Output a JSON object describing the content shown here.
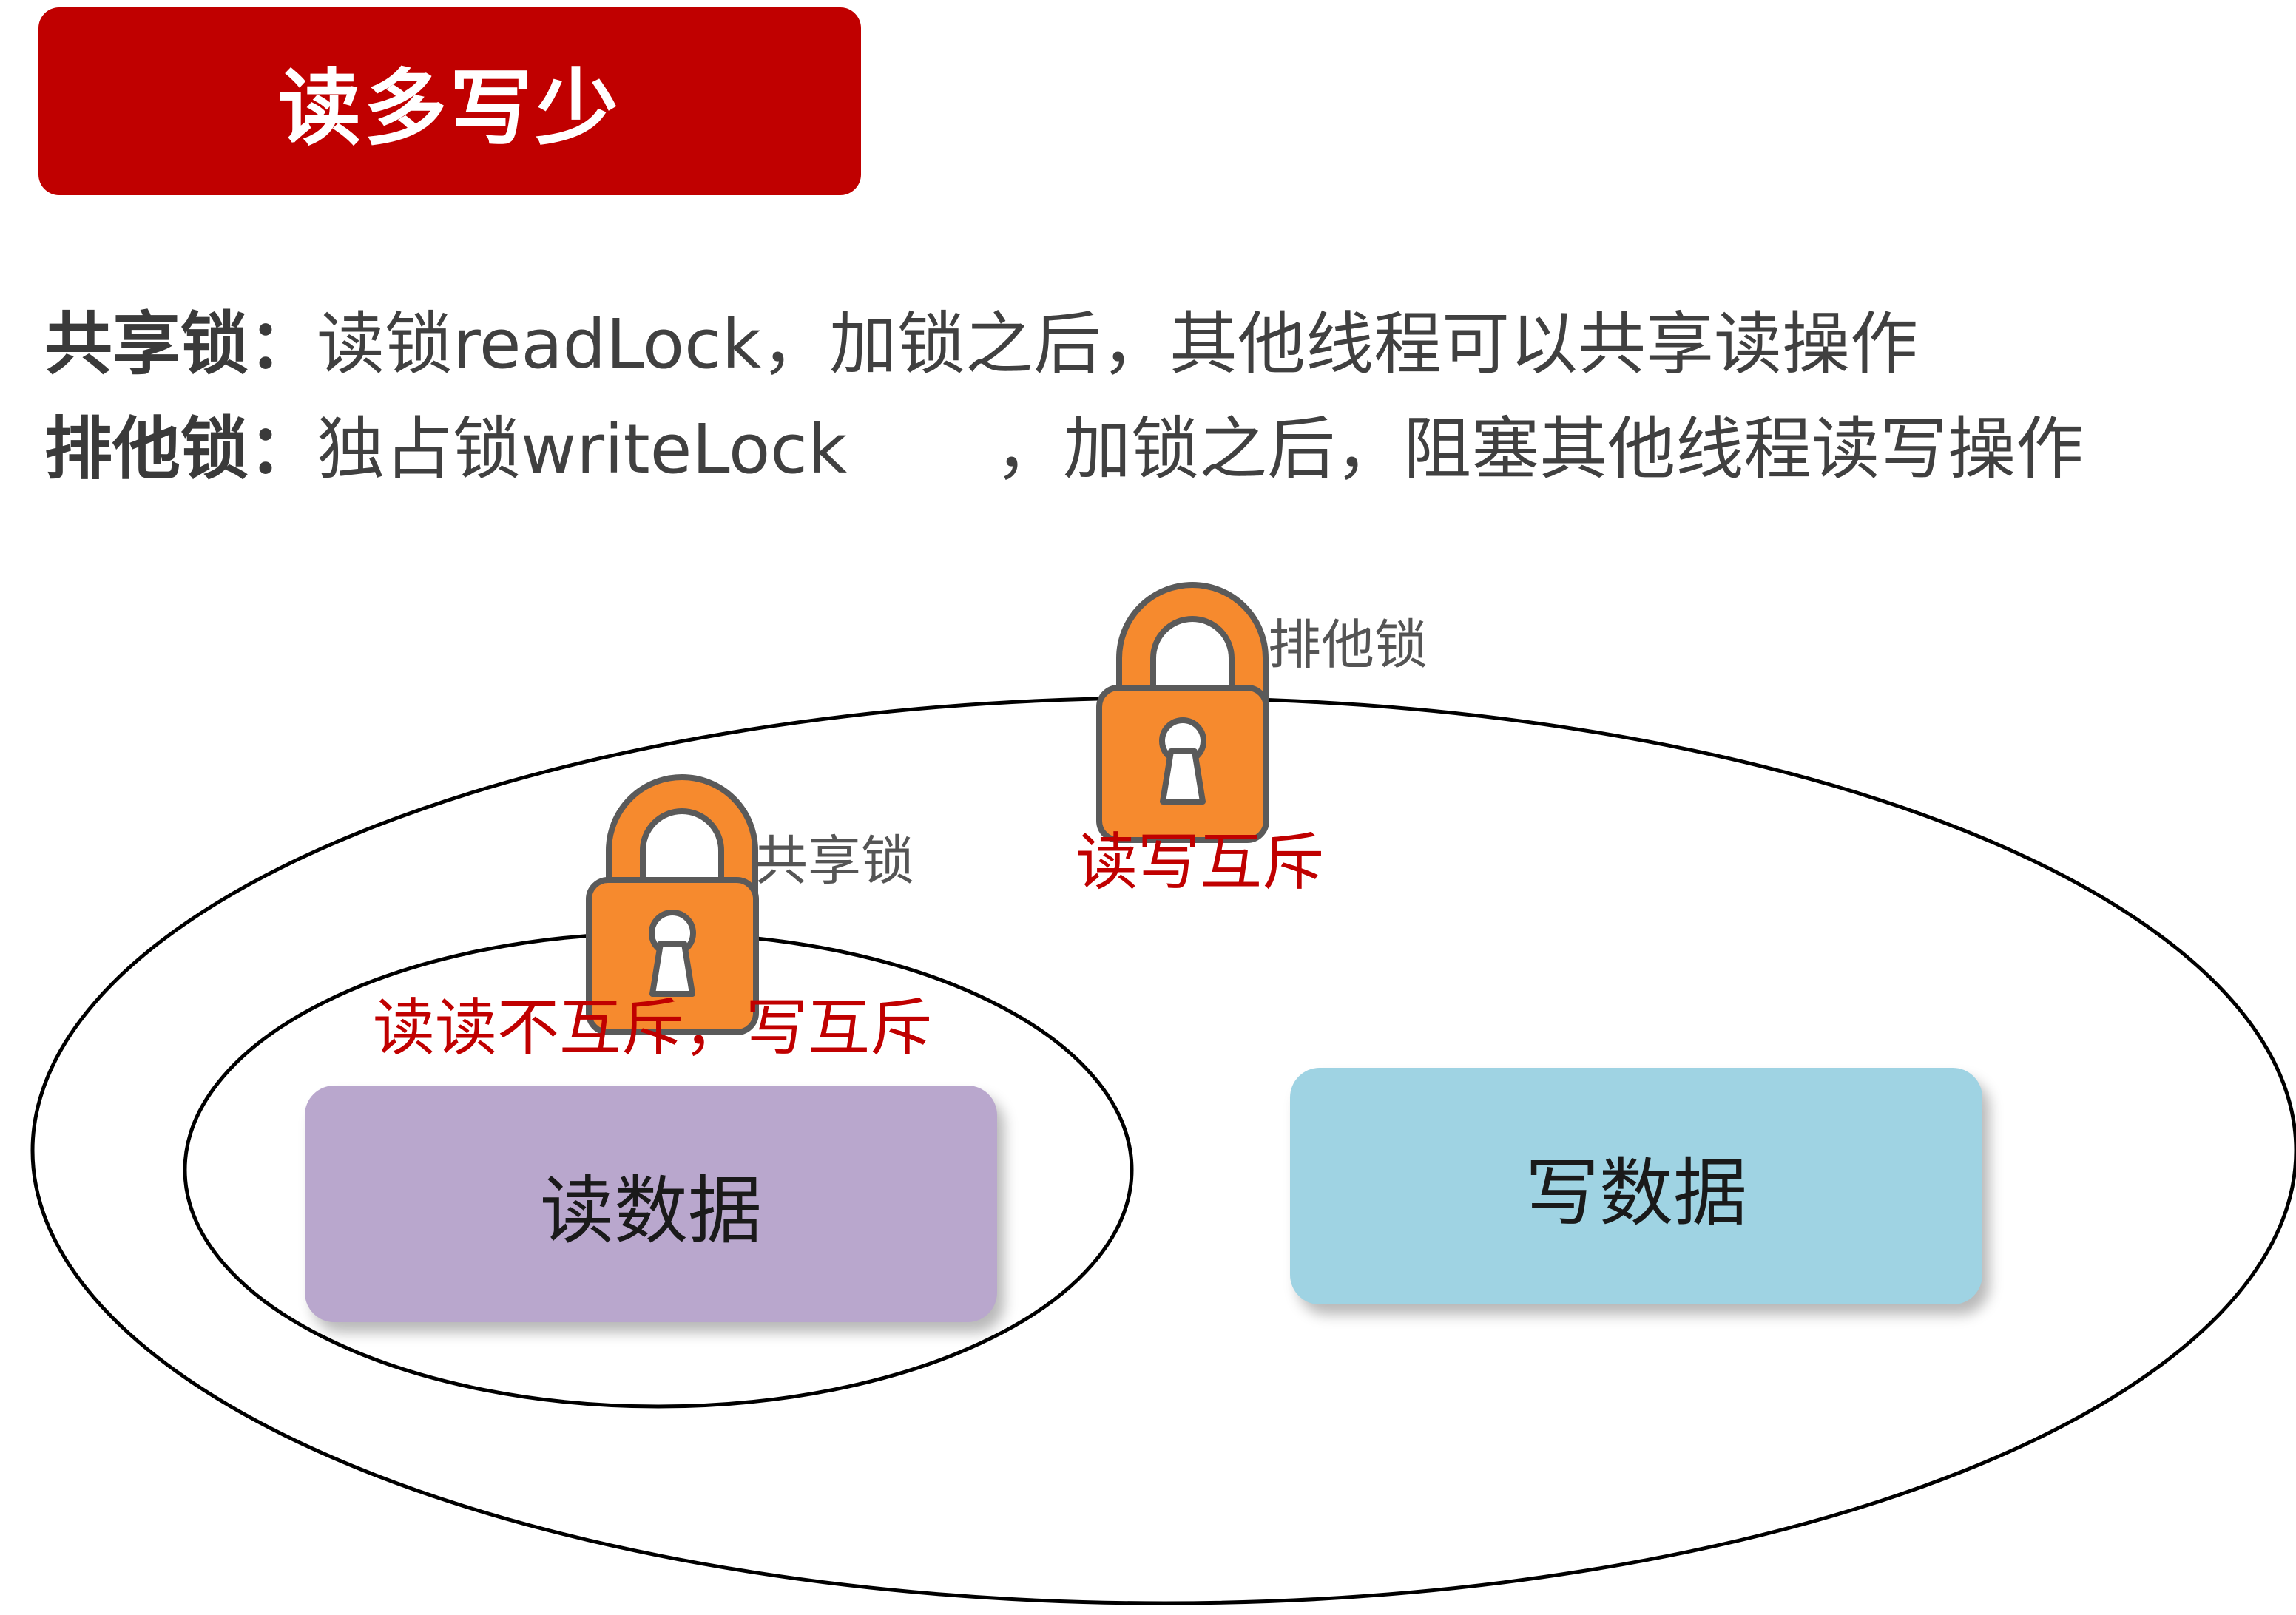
{
  "title": "读多写少",
  "description": {
    "shared": {
      "term": "共享锁：",
      "text": "读锁readLock，加锁之后，其他线程可以共享读操作"
    },
    "exclusive": {
      "term": "排他锁：",
      "text_before": "独占锁writeLock",
      "text_after": "，加锁之后，阻塞其他线程读写操作"
    }
  },
  "diagram": {
    "outer_lock_label": "排他锁",
    "outer_rule": "读写互斥",
    "inner_lock_label": "共享锁",
    "inner_rule": "读读不互斥，写互斥",
    "read_box": "读数据",
    "write_box": "写数据"
  },
  "colors": {
    "banner": "#c00000",
    "lock": "#f68a2e",
    "rule_text": "#c00000",
    "read_box": "#b9a7cd",
    "write_box": "#9fd3e3"
  },
  "icons": [
    "padlock-icon",
    "padlock-icon"
  ]
}
